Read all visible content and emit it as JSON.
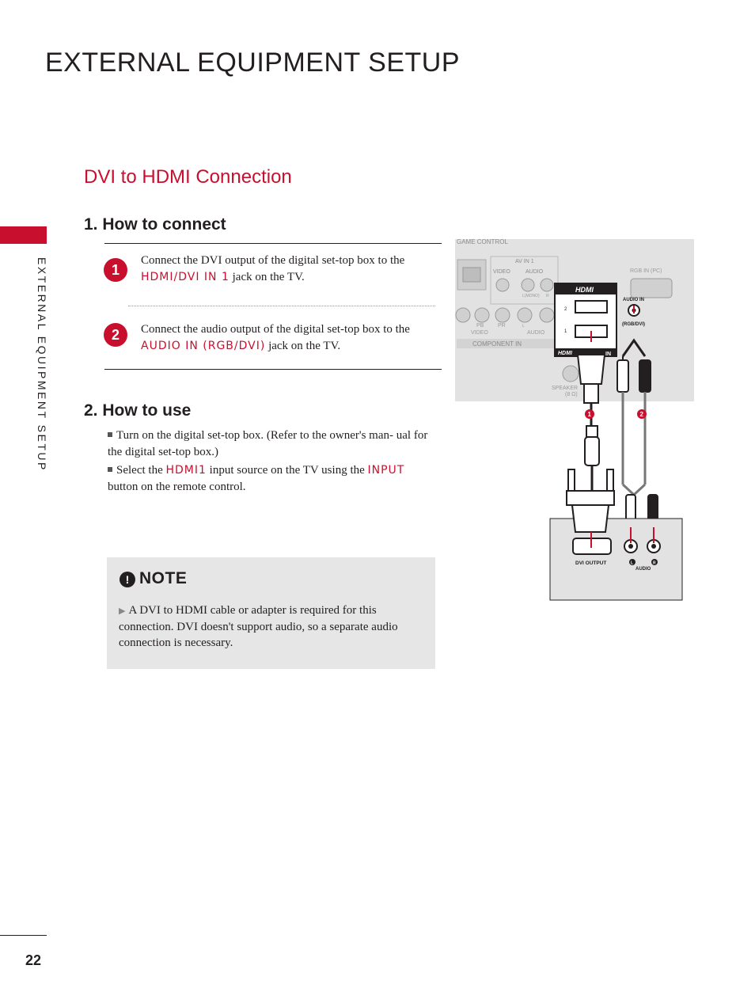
{
  "page_title": "EXTERNAL EQUIPMENT SETUP",
  "side_label": "EXTERNAL EQUIPMENT SETUP",
  "section_title": "DVI to HDMI Connection",
  "how_to_connect": {
    "heading": "1. How to connect",
    "steps": [
      {
        "num": "1",
        "pre": "Connect the DVI output of the digital set-top box to the ",
        "highlight": "HDMI/DVI IN 1",
        "post": " jack on the TV."
      },
      {
        "num": "2",
        "pre": "Connect the audio output of the digital set-top box to the ",
        "highlight": "AUDIO IN (RGB/DVI)",
        "post": " jack on the TV."
      }
    ]
  },
  "how_to_use": {
    "heading": "2. How to use",
    "b1": "Turn on the digital set-top box. (Refer to the owner's man- ual for the digital set-top box.)",
    "b2_pre": "Select the ",
    "b2_highlight": "HDMI1",
    "b2_mid": " input source on the TV using the ",
    "b2_highlight2": "INPUT",
    "b2_post": " button on the remote control."
  },
  "note": {
    "title": "NOTE",
    "text": "A DVI to HDMI cable or adapter is required for this connection. DVI doesn't support audio, so a separate audio connection is necessary."
  },
  "diagram": {
    "game_control": "GAME CONTROL",
    "av_in": "AV IN 1",
    "video": "VIDEO",
    "audio": "AUDIO",
    "lmono": "L(MONO)",
    "r": "R",
    "component_in": "COMPONENT IN",
    "pb": "PB",
    "pr": "PR",
    "l": "L",
    "rgb_in_pc": "RGB IN (PC)",
    "audio_in": "AUDIO IN",
    "rgb_dvi": "(RGB/DVI)",
    "hdmi_logo": "HDMI",
    "in": "IN",
    "port2": "2",
    "port1": "1",
    "speaker": "SPEAKER",
    "ohm": "(8 Ω)",
    "dvi_output": "DVI OUTPUT",
    "audio_label": "AUDIO",
    "call1": "1",
    "call2": "2",
    "lbl_L": "L",
    "lbl_R": "R"
  },
  "page_number": "22",
  "colors": {
    "accent": "#c8102e",
    "note_bg": "#e6e6e7"
  }
}
